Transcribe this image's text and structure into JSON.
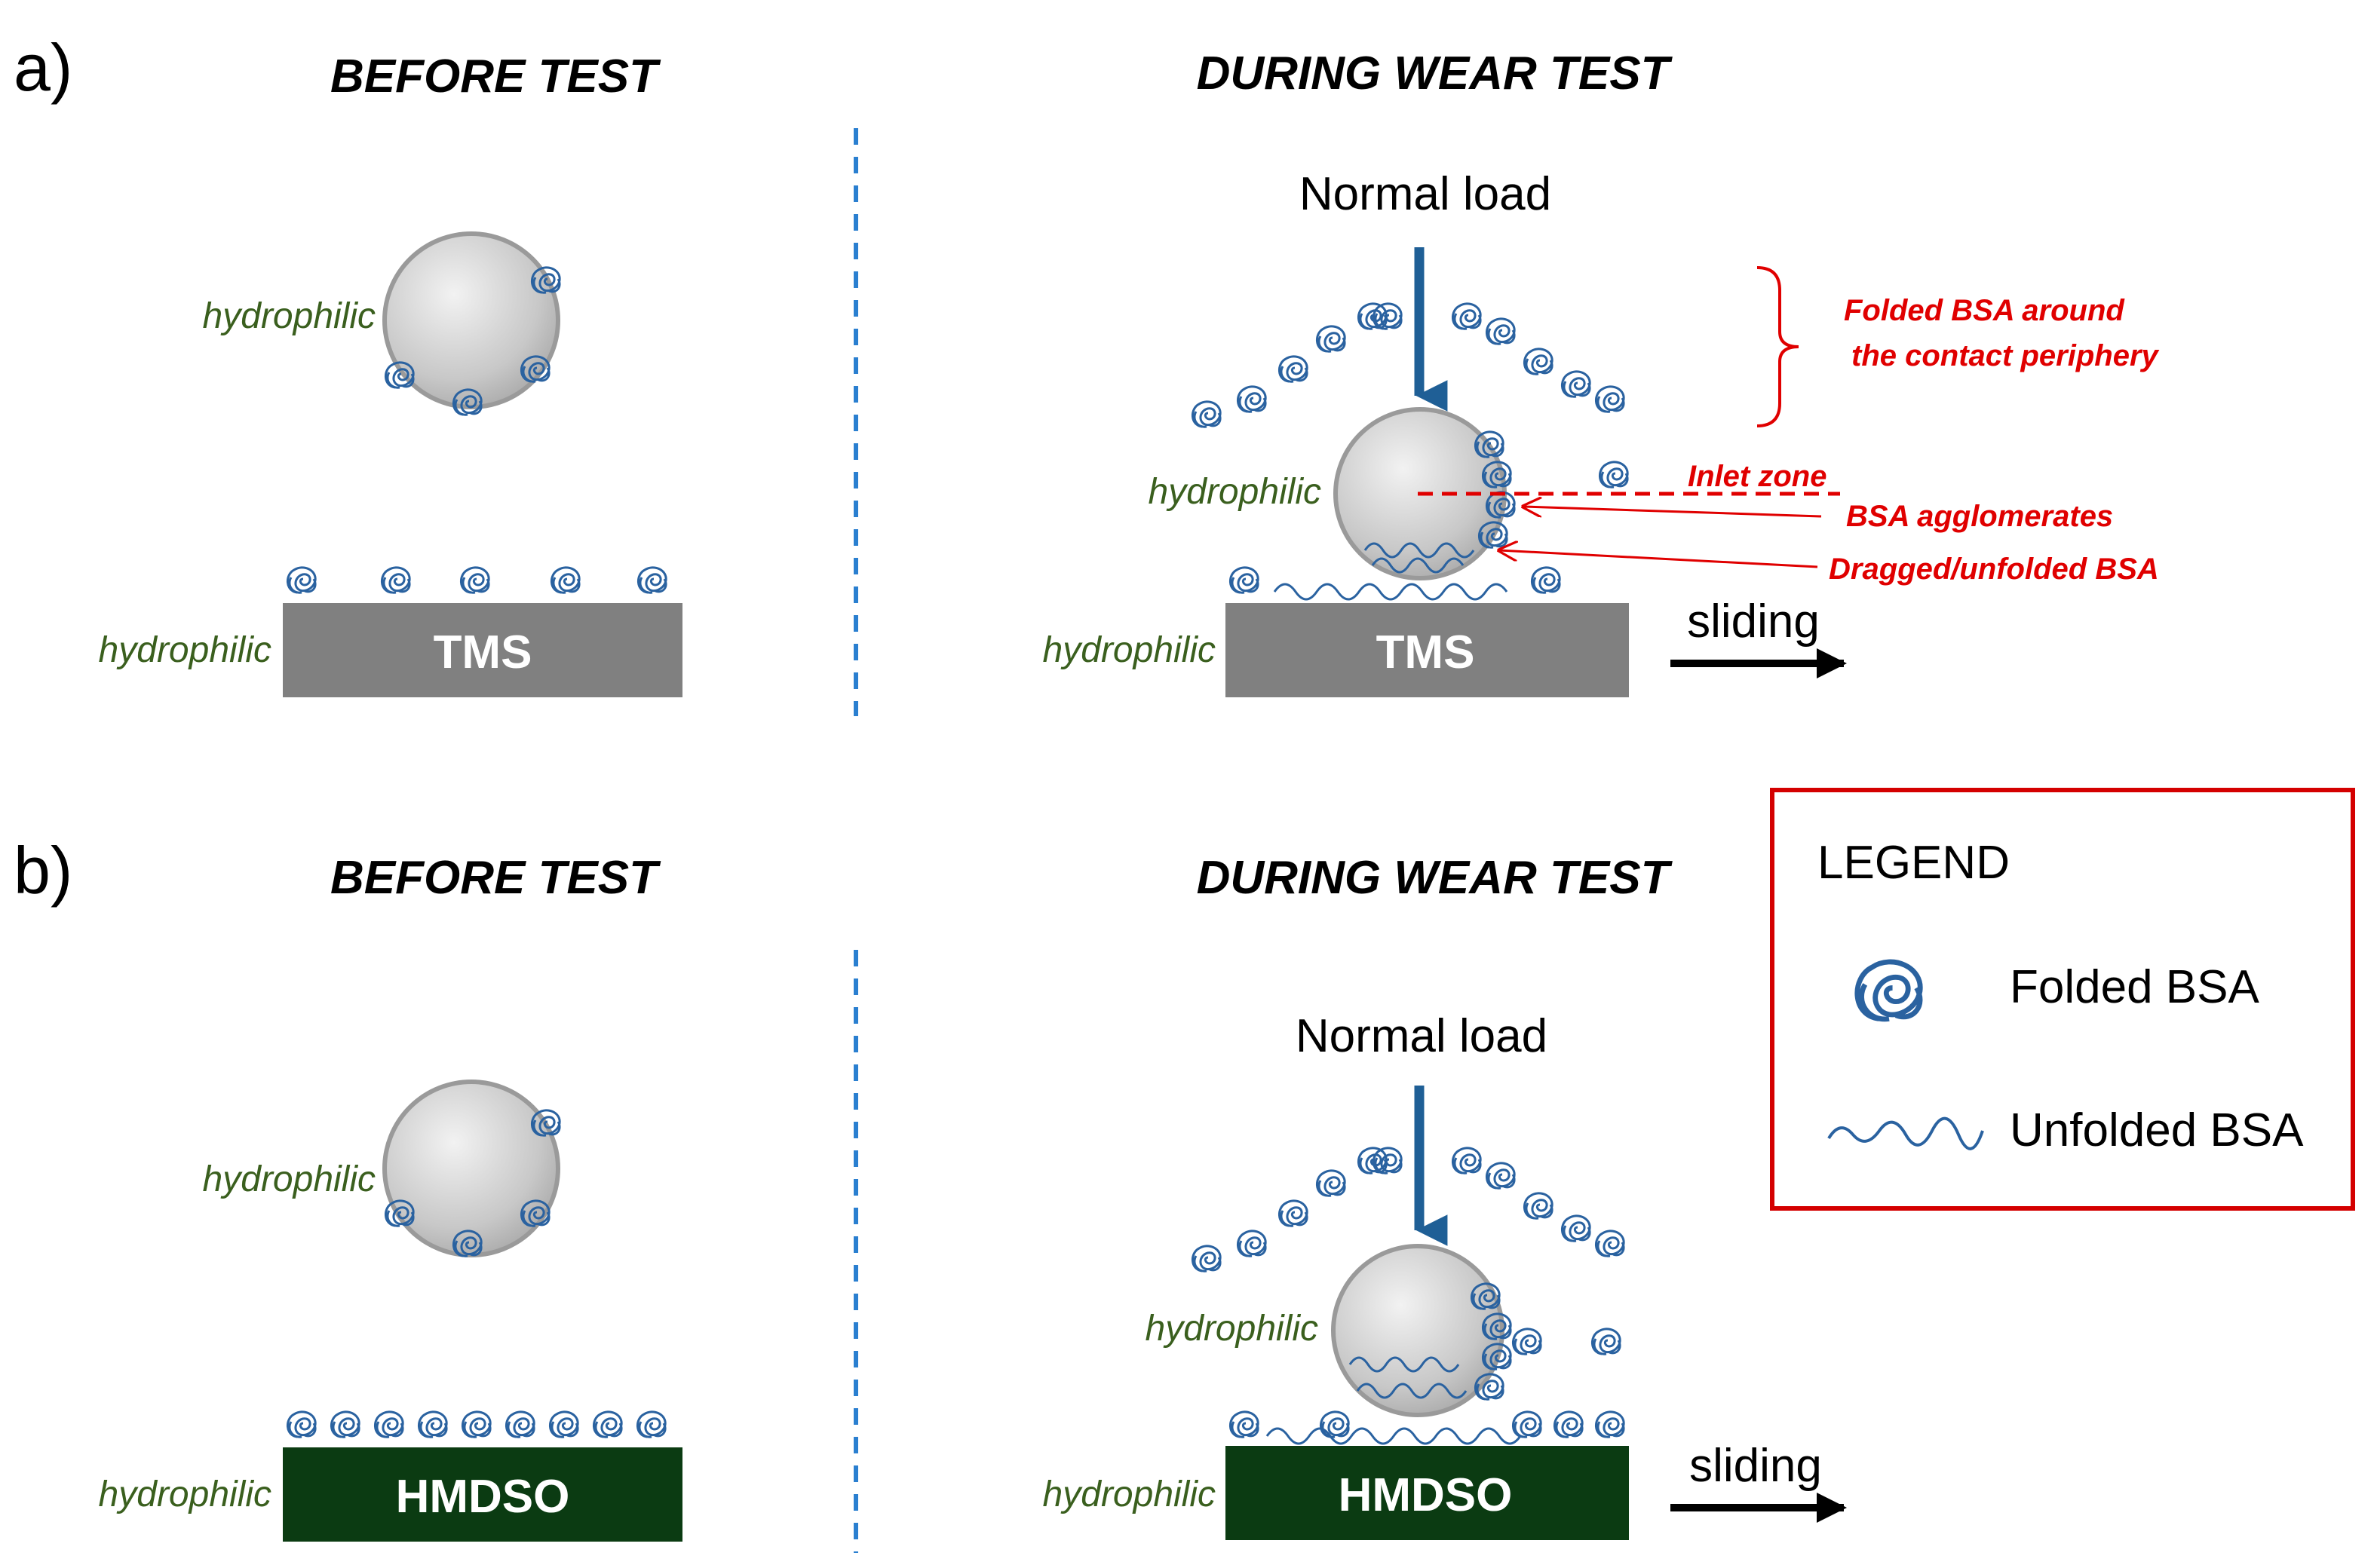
{
  "colors": {
    "protein": "#2a62a0",
    "tms_substrate": "#808080",
    "hmdso_substrate": "#0b3b12",
    "annotation": "#e00000",
    "hydrophilic_text": "#3a5f1e",
    "divider": "#2a7fd0",
    "load_arrow": "#1f5f96"
  },
  "panel_a": {
    "label": "a)",
    "before_title": "BEFORE TEST",
    "during_title": "DURING WEAR TEST",
    "ball_label_before": "hydrophilic",
    "substrate_label_before": "hydrophilic",
    "substrate_name": "TMS",
    "normal_load": "Normal load",
    "ball_label_during": "hydrophilic",
    "substrate_label_during": "hydrophilic",
    "substrate_name_during": "TMS",
    "sliding": "sliding",
    "annotations": {
      "folded_periphery_line1": "Folded BSA around",
      "folded_periphery_line2": "the contact periphery",
      "inlet_zone": "Inlet zone",
      "agglomerates": "BSA agglomerates",
      "dragged": "Dragged/unfolded BSA"
    }
  },
  "panel_b": {
    "label": "b)",
    "before_title": "BEFORE TEST",
    "during_title": "DURING WEAR TEST",
    "ball_label_before": "hydrophilic",
    "substrate_label_before": "hydrophilic",
    "substrate_name": "HMDSO",
    "normal_load": "Normal load",
    "ball_label_during": "hydrophilic",
    "substrate_label_during": "hydrophilic",
    "substrate_name_during": "HMDSO",
    "sliding": "sliding"
  },
  "legend": {
    "title": "LEGEND",
    "folded": "Folded BSA",
    "unfolded": "Unfolded BSA",
    "folded_icon": "coil-icon",
    "unfolded_icon": "wave-icon"
  }
}
